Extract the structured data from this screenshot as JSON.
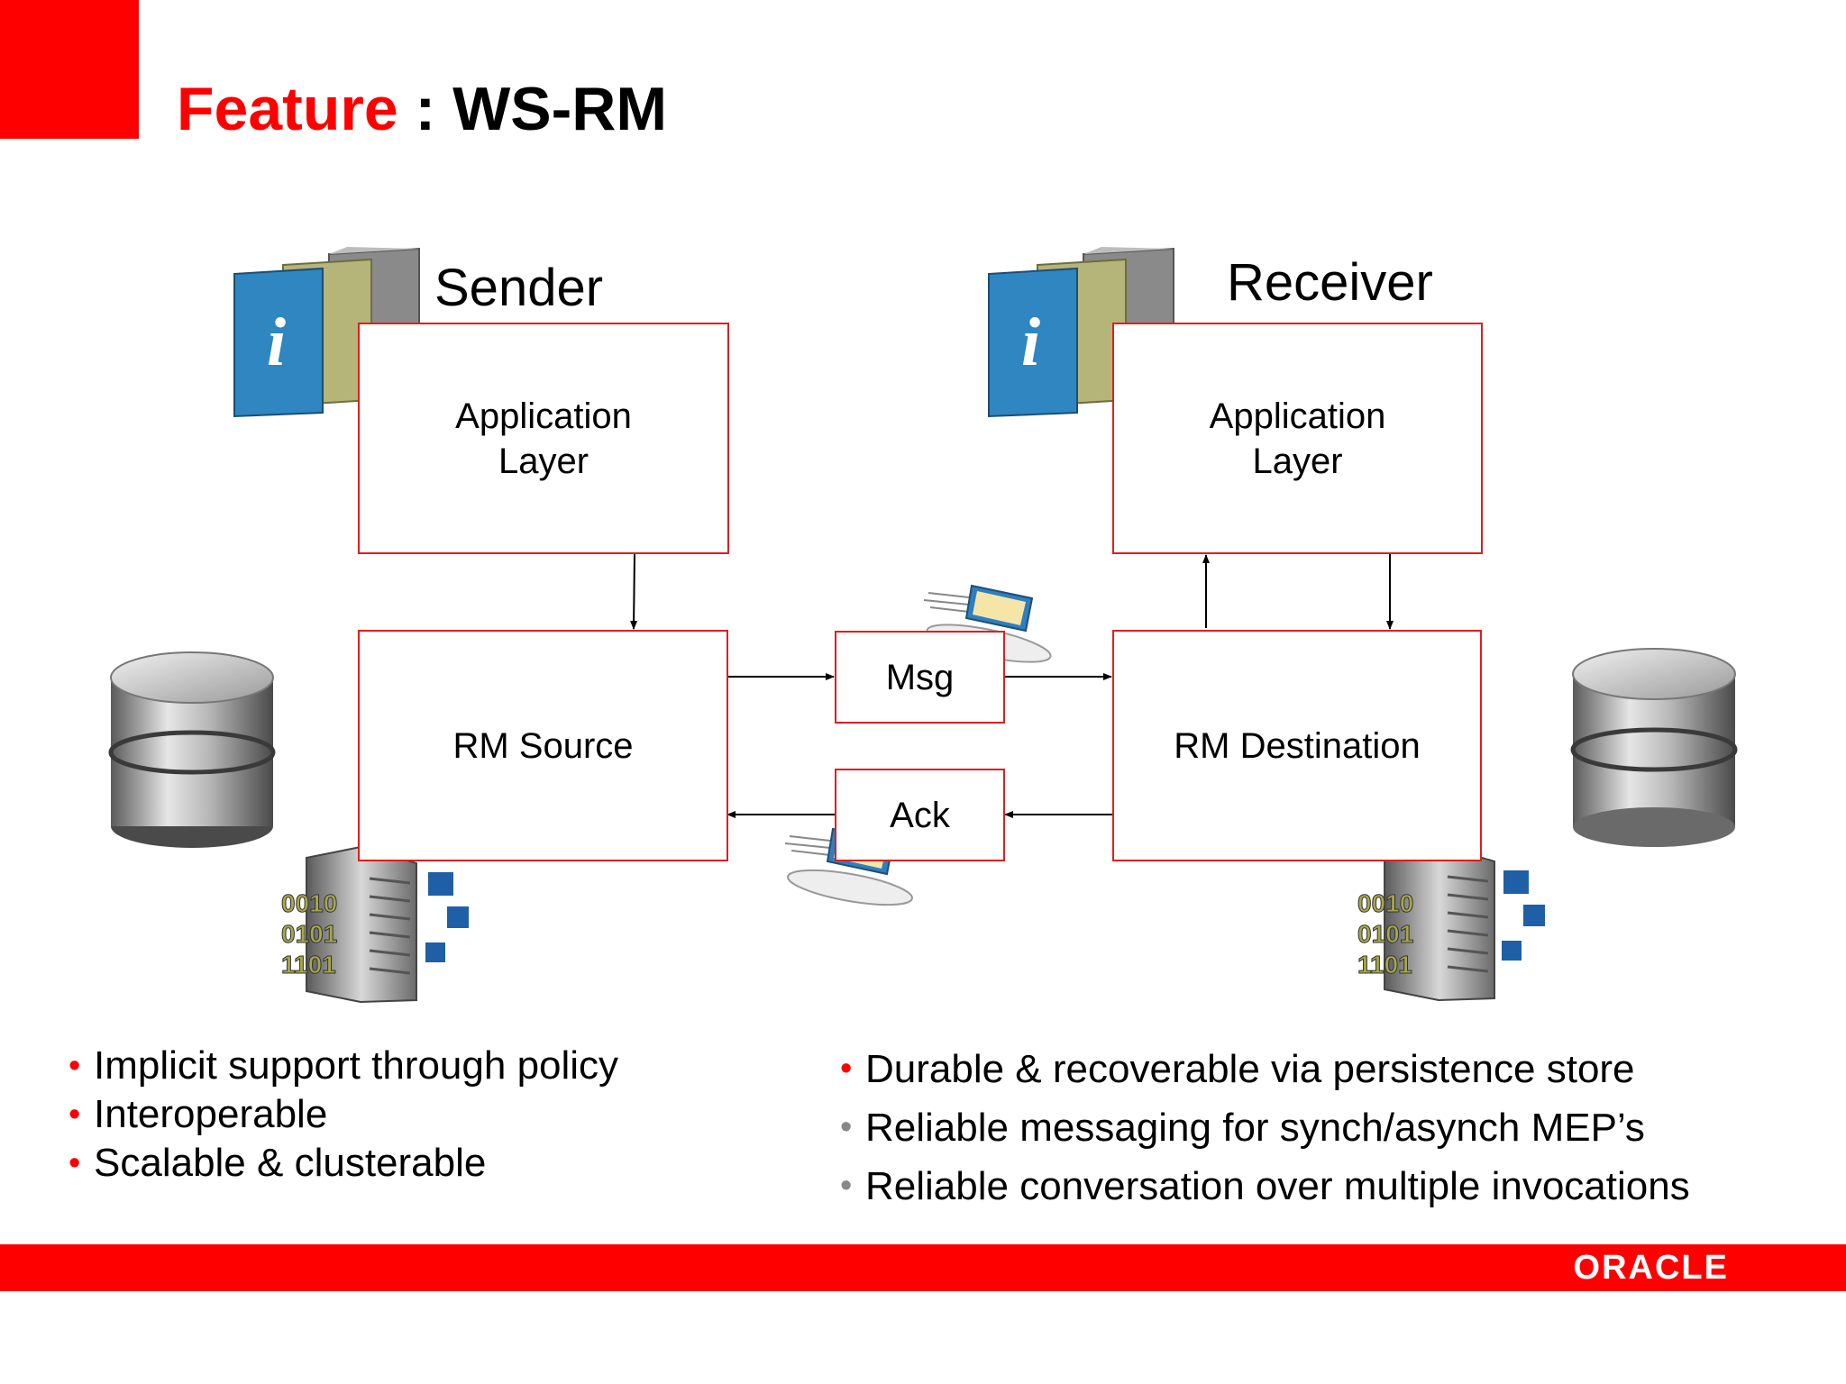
{
  "title": {
    "accent": "Feature",
    "rest": " : WS-RM"
  },
  "sender": {
    "label": "Sender",
    "app_layer": "Application\nLayer",
    "rm": "RM Source"
  },
  "receiver": {
    "label": "Receiver",
    "app_layer": "Application\nLayer",
    "rm": "RM Destination"
  },
  "messages": {
    "msg": "Msg",
    "ack": "Ack"
  },
  "binary": {
    "line1": "0010",
    "line2": "0101",
    "line3": "1101"
  },
  "bullets_left": [
    "Implicit support through policy",
    "Interoperable",
    "Scalable & clusterable"
  ],
  "bullets_right": [
    "Durable & recoverable via persistence store",
    "Reliable messaging for synch/asynch MEP’s",
    "Reliable conversation over multiple invocations"
  ],
  "footer": {
    "logo": "ORACLE"
  },
  "colors": {
    "accent": "#ff0000",
    "box_border": "#e01e1e"
  }
}
